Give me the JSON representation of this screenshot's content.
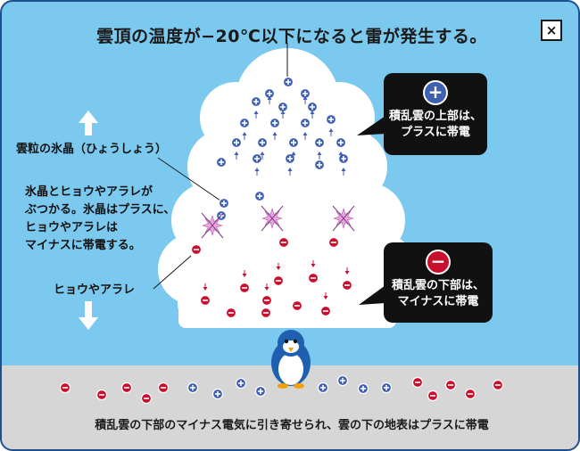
{
  "title": "雲頂の温度が−20℃以下になると雷が発生する。",
  "close_button_label": "×",
  "labels": {
    "ice_crystal": "雲粒の氷晶（ひょうしょう）",
    "collision": [
      "氷晶とヒョウやアラレが",
      "ぶつかる。氷晶はプラスに、",
      "ヒョウやアラレは",
      "マイナスに帯電する。"
    ],
    "hail": "ヒョウやアラレ"
  },
  "callouts": {
    "upper": {
      "sign": "+",
      "lines": [
        "積乱雲の上部は、",
        "プラスに帯電"
      ]
    },
    "lower": {
      "sign": "−",
      "lines": [
        "積乱雲の下部は、",
        "マイナスに帯電"
      ]
    }
  },
  "caption": "積乱雲の下部のマイナス電気に引き寄せられ、雲の下の地表はプラスに帯電",
  "colors": {
    "sky": "#7cc9ef",
    "cloud": "#ffffff",
    "ground": "#d6d6d6",
    "positive": "#3f5fb0",
    "negative": "#c8102e",
    "callout": "#111111",
    "arrow": "#ffffff",
    "collision_star": "#eaa6dd"
  },
  "icons": [
    "close-icon",
    "plus-charge-icon",
    "minus-charge-icon",
    "up-arrow-icon",
    "down-arrow-icon",
    "collision-star-icon",
    "penguin-icon"
  ]
}
